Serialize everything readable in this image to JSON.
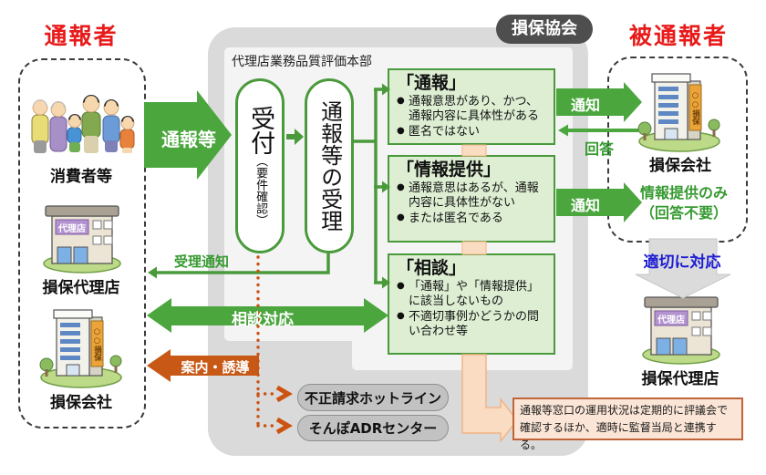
{
  "header": {
    "association_badge": "損保協会",
    "division_label": "代理店業務品質評価本部"
  },
  "reporter_panel": {
    "title": "通報者",
    "consumers": "消費者等",
    "agency": "損保代理店",
    "company": "損保会社"
  },
  "reported_panel": {
    "title": "被通報者",
    "company": "損保会社",
    "agency": "損保代理店",
    "info_only_line1": "情報提供のみ",
    "info_only_line2": "（回答不要）",
    "appropriate_action": "適切に対応"
  },
  "process": {
    "reception_main": "受付",
    "reception_sub": "（要件確認）",
    "acceptance": "通報等の受理"
  },
  "flows": {
    "report_etc": "通報等",
    "acceptance_notice": "受理通知",
    "consultation_response": "相談対応",
    "guidance": "案内・誘導",
    "notice_top": "通知",
    "reply": "回答",
    "notice_mid": "通知"
  },
  "categories": [
    {
      "title": "「通報」",
      "bullet1": "通報意思があり、かつ、通報内容に具体性がある",
      "bullet2": "匿名ではない"
    },
    {
      "title": "「情報提供」",
      "bullet1": "通報意思はあるが、通報内容に具体性がない",
      "bullet2": "または匿名である"
    },
    {
      "title": "「相談」",
      "bullet1": "「通報」や「情報提供」に該当しないもの",
      "bullet2": "不適切事例かどうかの問い合わせ等"
    }
  ],
  "external_desks": {
    "hotline": "不正請求ホットライン",
    "adr_center": "そんぽADRセンター"
  },
  "note": {
    "text": "通報等窓口の運用状況は定期的に評議会で確認するほか、適時に監督当局と連携する。"
  },
  "illustrations": {
    "company_sign": "○○損保",
    "agency_sign": "代理店"
  },
  "colors": {
    "arrow_green": "#4ba63e",
    "line_green": "#4a9a3c",
    "box_green_fill": "#ddeed3",
    "orange": "#c75815",
    "dotted_orange": "#cc5211",
    "red_title": "#e81a1a",
    "blue_text": "#1d1dd4",
    "peach": "#fadcc2",
    "panel_gray": "#dadada",
    "badge_gray": "#4e4e4e"
  }
}
